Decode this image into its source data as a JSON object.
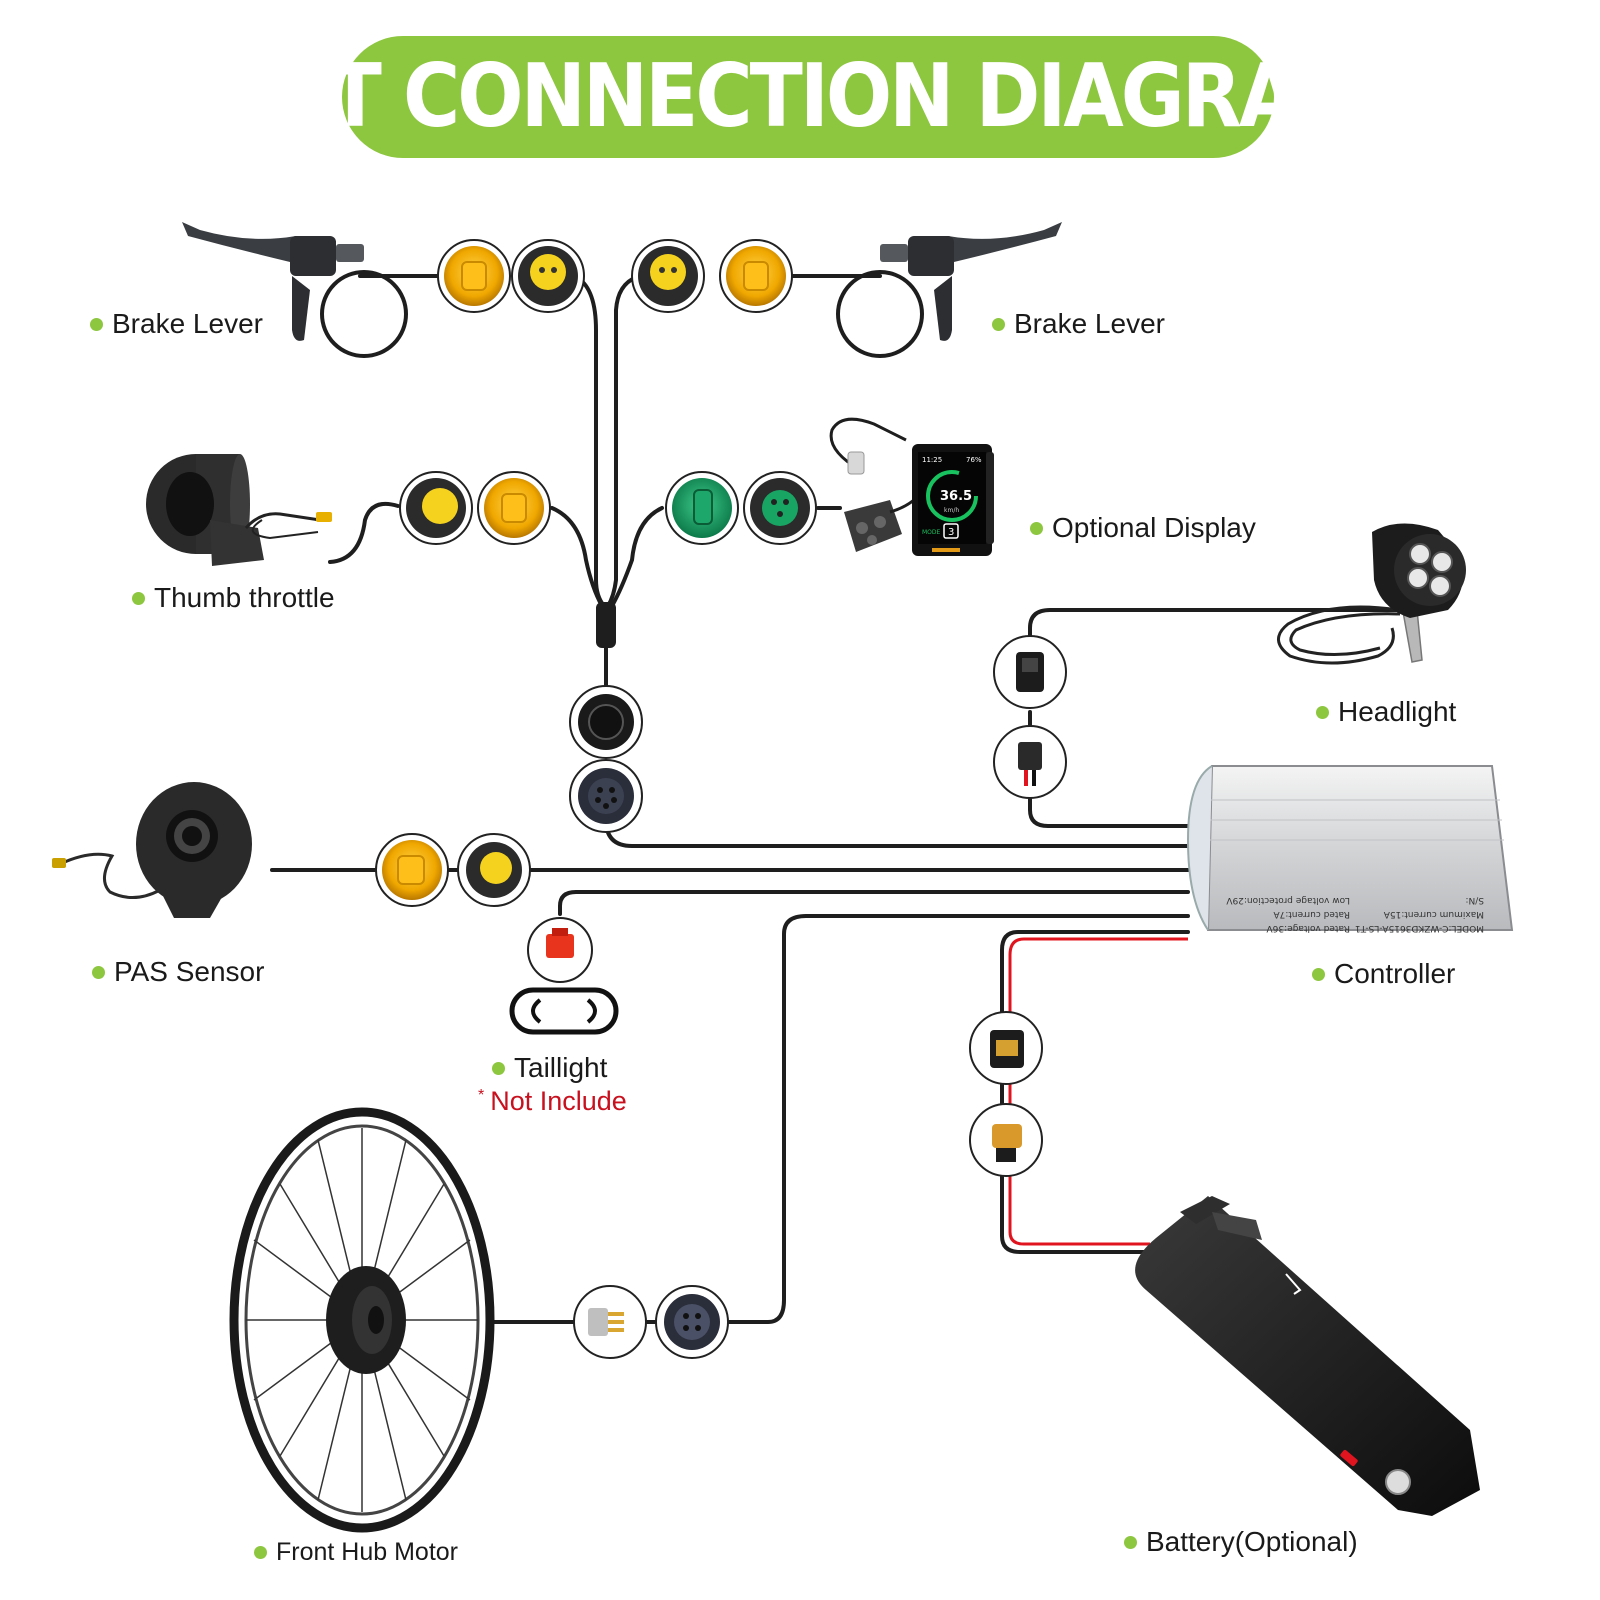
{
  "title": "KIT CONNECTION DIAGRAM",
  "accent_color": "#8dc63f",
  "note_color": "#c8101e",
  "labels": {
    "brake_lever_left": "Brake Lever",
    "brake_lever_right": "Brake Lever",
    "thumb_throttle": "Thumb throttle",
    "optional_display": "Optional Display",
    "headlight": "Headlight",
    "pas_sensor": "PAS Sensor",
    "controller": "Controller",
    "taillight": "Taillight",
    "taillight_note": "Not Include",
    "front_hub_motor": "Front Hub Motor",
    "battery": "Battery(Optional)"
  },
  "display_screen": {
    "time": "11:25",
    "battery_pct": "76%",
    "speed": "36.5",
    "speed_unit": "km/h",
    "assist_level": "3",
    "mode": "MODE"
  },
  "controller_label": {
    "model": "MODEL:C-WZKD3615A-LS-T1",
    "rated_voltage": "Rated voltage:36V",
    "max_current": "Maximum current:15A",
    "rated_current": "Rated current:7A",
    "low_voltage": "Low voltage protection:29V",
    "sn": "S/N:"
  }
}
